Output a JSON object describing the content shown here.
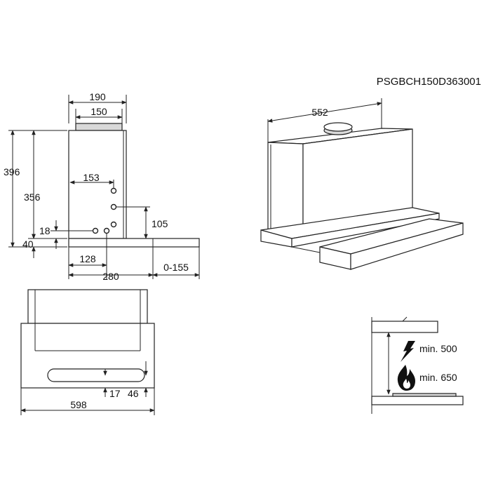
{
  "product_code": "PSGBCH150D363001",
  "side_view": {
    "width_top": "190",
    "outlet_width": "150",
    "total_height": "396",
    "body_height": "356",
    "outlet_offset": "153",
    "hole_height": "105",
    "hole_low": "18",
    "bottom_plate": "40",
    "hole_depth": "128",
    "depth": "280",
    "extension": "0-155"
  },
  "iso_view": {
    "outlet_to_edge": "552"
  },
  "front_view": {
    "width": "598",
    "handle_offset": "17",
    "handle_height": "46"
  },
  "clearance": {
    "electric": "min. 500",
    "gas": "min. 650",
    "electric_icon": "lightning-icon",
    "gas_icon": "flame-icon"
  }
}
